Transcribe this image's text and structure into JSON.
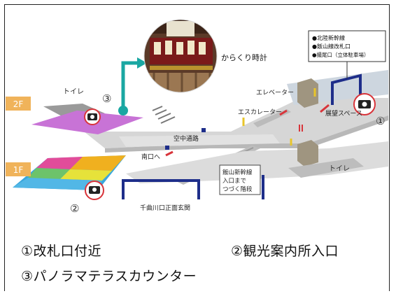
{
  "map": {
    "floor_2f": "2F",
    "floor_1f": "1F",
    "toilet_2f": "トイレ",
    "toilet_1f": "トイレ",
    "clock": "からくり時計",
    "elevator": "エレベーター",
    "escalator": "エスカレーター",
    "observation": "展望スペース",
    "skyway": "空中通路",
    "south_exit": "南口へ",
    "stairs_line1": "飯山新幹線",
    "stairs_line2": "入口まで",
    "stairs_line3": "つづく階段",
    "main_entrance": "千曲川口正面玄関",
    "legend": [
      "●北陸新幹線",
      "●飯山線改札口",
      "●撮尾口（立体駐車場）"
    ],
    "marker_1": "①",
    "marker_2": "②",
    "marker_3": "③"
  },
  "captions": {
    "c1": "①改札口付近",
    "c2": "②観光案内所入口",
    "c3": "③パノラマテラスカウンター"
  },
  "colors": {
    "teal": "#1aa7a2",
    "navy": "#1e2e8a",
    "floor_badge": "#f0b35a",
    "magenta": "#c873d6",
    "red_circle": "#d8343a"
  }
}
